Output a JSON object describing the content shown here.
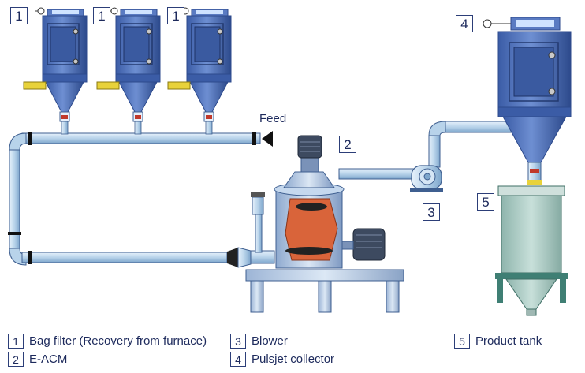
{
  "labels": {
    "bag_filter_1": "1",
    "bag_filter_2": "1",
    "bag_filter_3": "1",
    "eacm": "2",
    "blower": "3",
    "pulsjet": "4",
    "product_tank": "5",
    "feed": "Feed"
  },
  "legend": [
    {
      "num": "1",
      "text": "Bag filter (Recovery from furnace)"
    },
    {
      "num": "2",
      "text": "E-ACM"
    },
    {
      "num": "3",
      "text": "Blower"
    },
    {
      "num": "4",
      "text": "Pulsjet collector"
    },
    {
      "num": "5",
      "text": "Product tank"
    }
  ],
  "colors": {
    "pipe": "#b9d4ea",
    "pipe_edge": "#3f5f90",
    "vessel": "#4a6cb3",
    "vessel_dark": "#2d4a8c",
    "tank": "#a9c9c2",
    "stand": "#3f7f74",
    "mill_inner": "#d9643a",
    "feed_hose": "#e8d23a",
    "text": "#1d2a5c"
  }
}
